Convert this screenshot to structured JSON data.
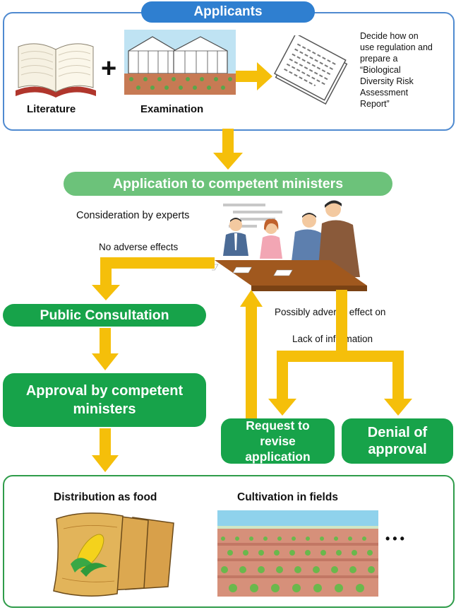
{
  "applicants": {
    "title": "Applicants",
    "literature_label": "Literature",
    "examination_label": "Examination",
    "plus_sign": "+",
    "report_note": "Decide how on use regulation and prepare a “Biological Diversity Risk Assessment Report”"
  },
  "application": {
    "title": "Application to competent ministers",
    "consideration_label": "Consideration by experts",
    "no_adverse_label": "No adverse effects",
    "adverse_label": "Possibly adverse effect on",
    "adverse_dot": "·",
    "lack_info_label": "Lack of information"
  },
  "public_consultation": "Public Consultation",
  "approval": "Approval by competent ministers",
  "request_revise": "Request to revise application",
  "denial": "Denial of approval",
  "outcomes": {
    "distribution_label": "Distribution as food",
    "cultivation_label": "Cultivation in fields",
    "more": "•••"
  },
  "colors": {
    "applicants_blue": "#2f7fd0",
    "panel_border_blue": "#4f8ad0",
    "light_green": "#6cc27a",
    "dark_green": "#17a34a",
    "arrow_yellow": "#f5bf0a",
    "panel_border_green": "#2f9c4a"
  },
  "icons": [
    "book-icon",
    "greenhouse-icon",
    "report-icon",
    "experts-meeting-icon",
    "seed-bags-icon",
    "field-icon"
  ]
}
